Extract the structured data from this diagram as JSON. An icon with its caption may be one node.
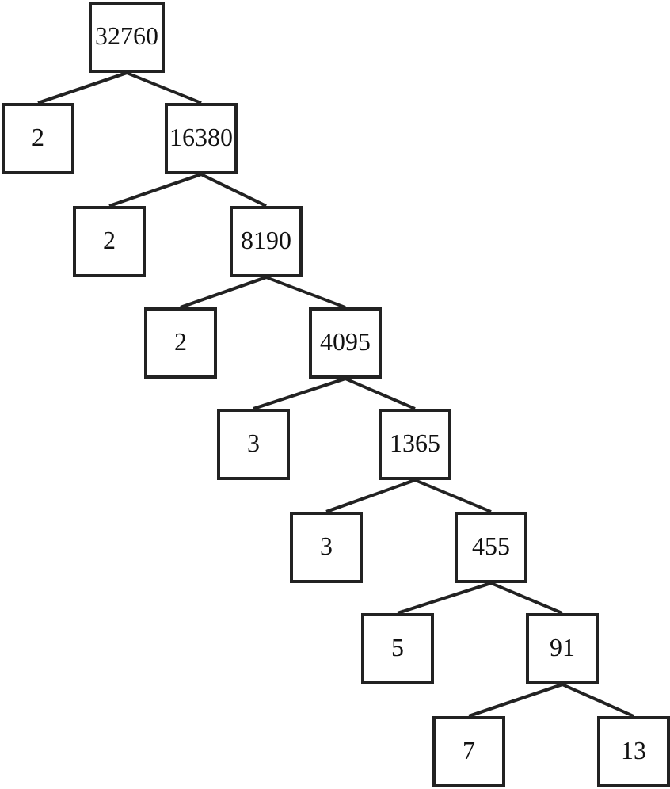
{
  "diagram": {
    "nodes": [
      {
        "text": [
          "32760"
        ]
      },
      {
        "text": [
          "2"
        ]
      },
      {
        "text": [
          "16380"
        ]
      },
      {
        "text": [
          "2"
        ]
      },
      {
        "text": [
          "8190"
        ]
      },
      {
        "text": [
          "2"
        ]
      },
      {
        "text": [
          "4095"
        ]
      },
      {
        "text": [
          "3"
        ]
      },
      {
        "text": [
          "1365"
        ]
      },
      {
        "text": [
          "3"
        ]
      },
      {
        "text": [
          "455"
        ]
      },
      {
        "text": [
          "5"
        ]
      },
      {
        "text": [
          "91"
        ]
      },
      {
        "text": [
          "7"
        ]
      },
      {
        "text": [
          "13"
        ]
      }
    ],
    "edges": [
      {
        "from": 0,
        "to": 1,
        "arrow": "none"
      },
      {
        "from": 0,
        "to": 2,
        "arrow": "none"
      },
      {
        "from": 2,
        "to": 3,
        "arrow": "none"
      },
      {
        "from": 2,
        "to": 4,
        "arrow": "none"
      },
      {
        "from": 4,
        "to": 5,
        "arrow": "none"
      },
      {
        "from": 4,
        "to": 6,
        "arrow": "none"
      },
      {
        "from": 6,
        "to": 7,
        "arrow": "none"
      },
      {
        "from": 6,
        "to": 8,
        "arrow": "none"
      },
      {
        "from": 8,
        "to": 9,
        "arrow": "none"
      },
      {
        "from": 8,
        "to": 10,
        "arrow": "none"
      },
      {
        "from": 10,
        "to": 11,
        "arrow": "none"
      },
      {
        "from": 10,
        "to": 12,
        "arrow": "none"
      },
      {
        "from": 12,
        "to": 13,
        "arrow": "none"
      },
      {
        "from": 12,
        "to": 14,
        "arrow": "none"
      }
    ]
  }
}
